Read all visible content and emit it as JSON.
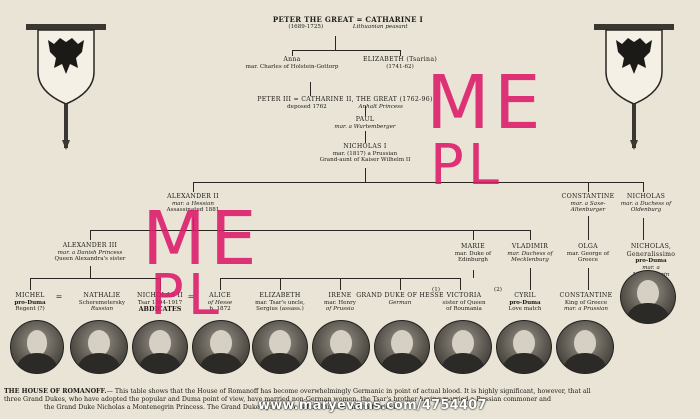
{
  "tree": {
    "peter_great": "PETER THE GREAT = CATHARINE I",
    "peter_great_dates": "(1689-1725)",
    "catharine_i_note": "Lithuanian peasant",
    "anna": "Anna",
    "anna_mar": "mar. Charles of Holstein-Gottorp",
    "elizabeth_tsarina": "ELIZABETH (Tsarina)",
    "elizabeth_dates": "(1741-62)",
    "peter_iii": "PETER III = CATHARINE II, THE GREAT (1762-96)",
    "peter_iii_note": "deposed 1762",
    "catharine_ii_note": "Anhalt Princess",
    "paul": "PAUL",
    "paul_mar": "mar. a Wurtemberger",
    "nicholas_i": "NICHOLAS I",
    "nicholas_i_mar": "mar. (1817) a Prussian",
    "nicholas_i_note": "Grand-aunt of Kaiser Wilhelm II",
    "alexander_ii": "ALEXANDER II",
    "alexander_ii_mar": "mar. a Hessian",
    "alexander_ii_note": "Assassinated 1881",
    "constantine": "CONSTANTINE",
    "constantine_mar": "mar. a Saxe-Altenburger",
    "nicholas_sr": "NICHOLAS",
    "nicholas_sr_mar": "mar. a Duchess of Oldenburg",
    "alexander_iii": "ALEXANDER III",
    "alexander_iii_mar": "mar. a Danish Princess",
    "alexander_iii_note": "Queen Alexandra's sister",
    "marie": "MARIE",
    "marie_mar": "mar. Duke of Edinburgh",
    "vladimir": "VLADIMIR",
    "vladimir_mar": "mar. Duchess of Mecklenburg",
    "olga": "OLGA",
    "olga_mar": "mar. George of Greece",
    "nicholas_gen": "NICHOLAS, Generalissimo",
    "nicholas_gen_duma": "pro-Duma",
    "nicholas_gen_mar": "mar. a Montenegrin",
    "michel": "MICHEL",
    "michel_duma": "pro-Duma",
    "michel_note": "Regent (?)",
    "nathalie": "NATHALIE",
    "nathalie_note": "Scheremetersky",
    "nathalie_note2": "Russian",
    "nicholas_ii": "NICHOLAS II",
    "nicholas_ii_note": "Tsar 1894-1917",
    "nicholas_ii_abd": "ABDICATES",
    "alice": "ALICE",
    "alice_note": "of Hesse",
    "alice_b": "b. 1872",
    "elizabeth_b": "ELIZABETH",
    "elizabeth_b_note": "mar. Tsar's uncle,",
    "elizabeth_b_note2": "Sergius (assass.)",
    "irene": "IRENE",
    "irene_mar": "mar. Henry",
    "irene_mar2": "of Prussia",
    "grand_duke": "GRAND DUKE OF HESSE",
    "grand_duke_note": "German",
    "victoria": "VICTORIA",
    "victoria_note": "sister of Queen",
    "victoria_note2": "of Roumania",
    "cyril": "CYRIL",
    "cyril_duma": "pro-Duma",
    "cyril_note": "Love match",
    "constantine_k": "CONSTANTINE",
    "constantine_k_note": "King of Greece",
    "constantine_k_mar": "mar. a Prussian",
    "marker_1": "(1)",
    "marker_2": "(2)",
    "equals": "="
  },
  "footer": {
    "heading": "THE HOUSE OF ROMANOFF.",
    "line1": "— This table shows that the House of Romanoff has become overwhelmingly Germanic in point of actual blood. It is highly significant, however, that all",
    "line2": "three Grand Dukes, who have adopted the popular and Duma point of view, have married non-German women, the Tsar's brother having married a Russian commoner and",
    "line3": "the Grand Duke Nicholas a Montenegrin Princess. The Grand Duke Cyril's wife is half Russian and half British."
  },
  "watermark": {
    "line1": "ME",
    "line2": "PL",
    "url": "www.maryevans.com/4754407"
  }
}
